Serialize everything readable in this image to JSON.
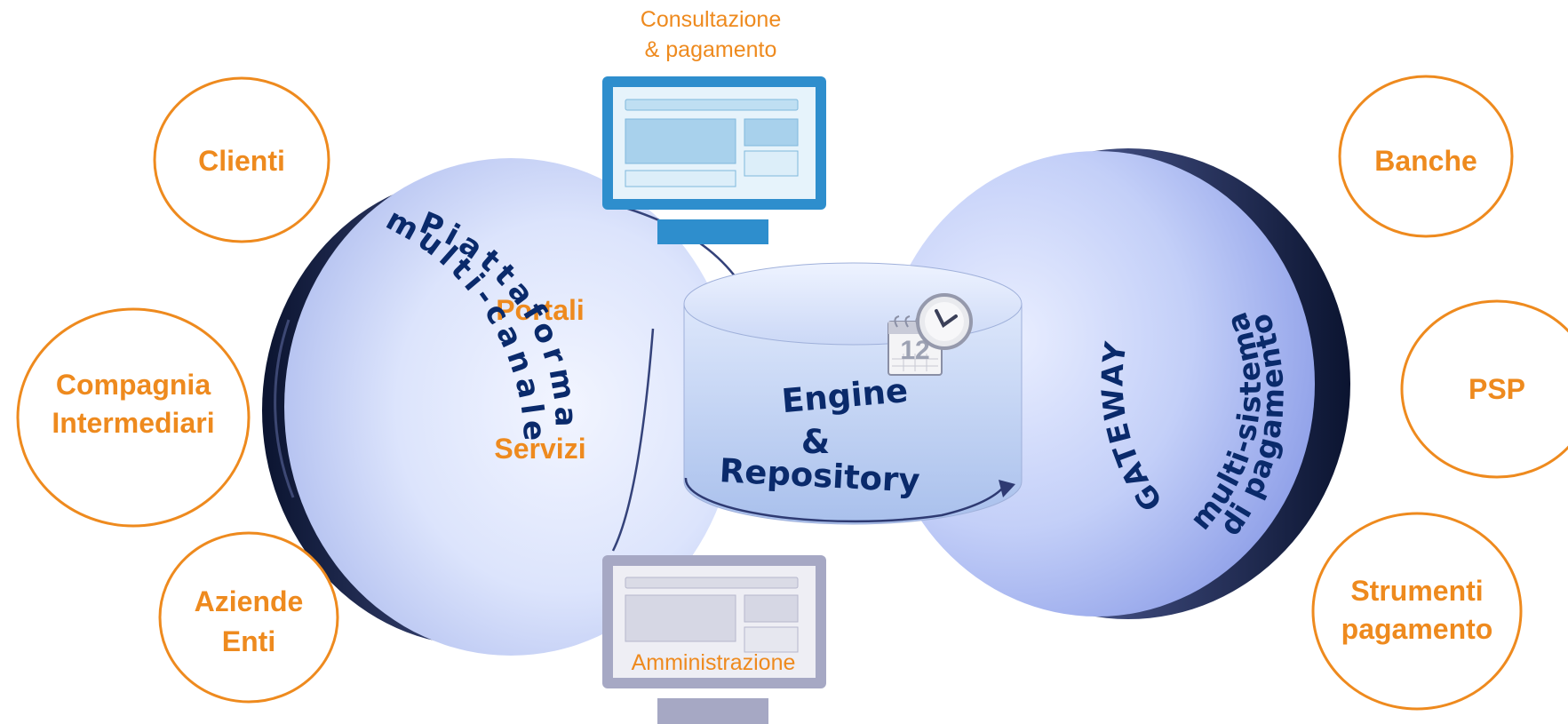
{
  "left_actors": {
    "clienti": "Clienti",
    "compagnia_l1": "Compagnia",
    "compagnia_l2": "Intermediari",
    "aziende_l1": "Aziende",
    "aziende_l2": "Enti"
  },
  "right_actors": {
    "banche": "Banche",
    "psp": "PSP",
    "strumenti_l1": "Strumenti",
    "strumenti_l2": "pagamento"
  },
  "platform": {
    "arc_l1": "Piattaforma",
    "arc_l2": "multi-canale",
    "portali": "Portali",
    "servizi": "Servizi"
  },
  "gateway": {
    "arc_l1": "GATEWAY",
    "arc_l2": "multi-sistema",
    "arc_l3": "di pagamento"
  },
  "engine": {
    "line1": "Engine",
    "line2": "&",
    "line3": "Repository",
    "calendar_day": "12"
  },
  "monitors": {
    "top_l1": "Consultazione",
    "top_l2": "& pagamento",
    "bottom": "Amministrazione"
  },
  "colors": {
    "orange": "#EE8A1E",
    "navy": "#0A2A6B",
    "sphere_light": "#EEF2FE",
    "sphere_mid": "#BFCBF6",
    "monitor_blue": "#3BA1D6",
    "monitor_grey": "#A9ABC9"
  },
  "icons": {
    "calendar": "calendar-icon",
    "clock": "clock-icon",
    "monitor": "monitor-icon"
  }
}
